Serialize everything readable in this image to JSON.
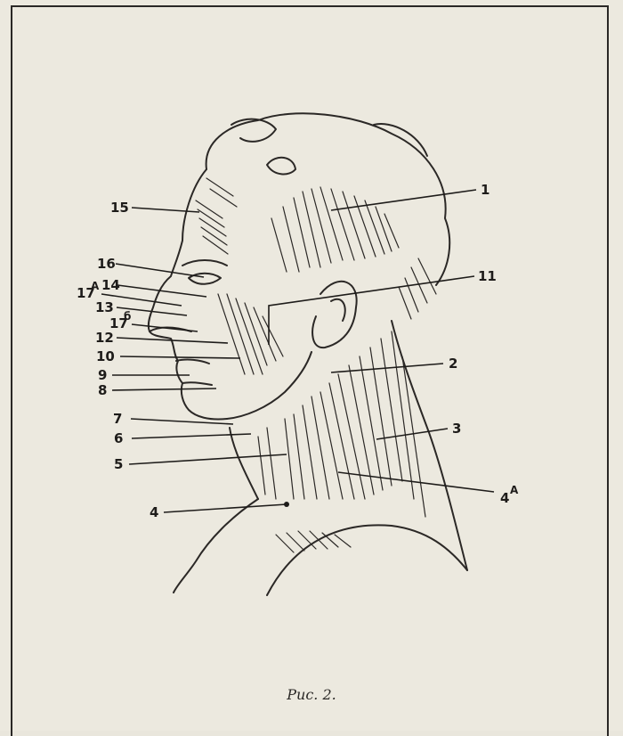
{
  "caption": "Рис. 2.",
  "labels": {
    "l1": "1",
    "l2": "2",
    "l3": "3",
    "l4": "4",
    "l4a": "4",
    "l4a_sup": "А",
    "l5": "5",
    "l6": "6",
    "l7": "7",
    "l8": "8",
    "l9": "9",
    "l10": "10",
    "l11": "11",
    "l12": "12",
    "l13": "13",
    "l14": "14",
    "l15": "15",
    "l16": "16",
    "l17a": "17",
    "l17a_sup": "А",
    "l17b": "17",
    "l17b_sup": "б"
  },
  "colors": {
    "ink": "#1e1c1a",
    "paper": "#ece9df"
  }
}
